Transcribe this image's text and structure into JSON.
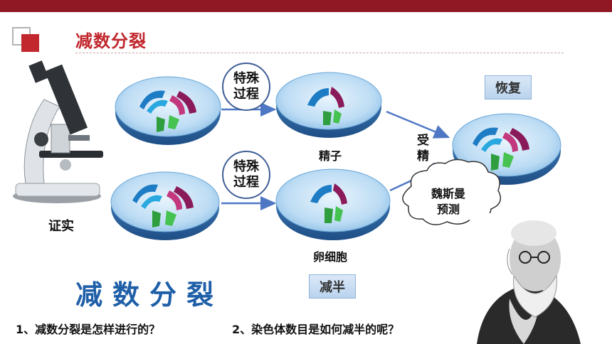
{
  "header": {
    "title": "减数分裂"
  },
  "labels": {
    "special_process_1": [
      "特殊",
      "过程"
    ],
    "special_process_2": [
      "特殊",
      "过程"
    ],
    "sperm": "精子",
    "egg": "卵细胞",
    "confirm": "证实",
    "fertilization": [
      "受",
      "精"
    ],
    "restore": "恢复",
    "halve": "减半",
    "weismann_prediction": [
      "魏斯曼",
      "预测"
    ],
    "big_title": "减数分裂"
  },
  "questions": {
    "q1": "1、减数分裂是怎样进行的？",
    "q2": "2、染色体数目是如何减半的呢？"
  },
  "colors": {
    "accent": "#c1272d",
    "topbar": "#8f1824",
    "blue": "#1f5fa8"
  },
  "icons": [
    "microscope-image",
    "weismann-portrait",
    "thought-bubble",
    "cell-diagram"
  ]
}
